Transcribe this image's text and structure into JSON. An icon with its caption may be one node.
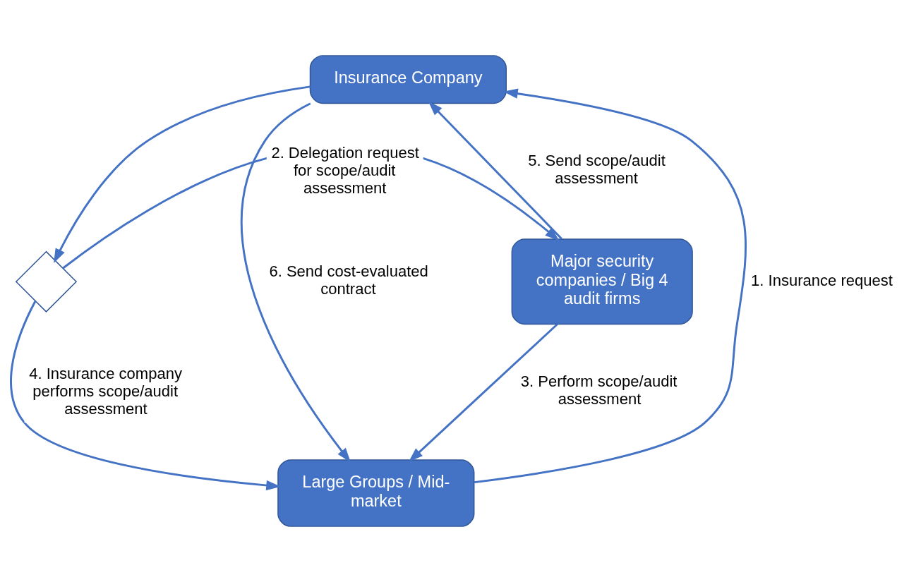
{
  "diagram": {
    "nodes": [
      {
        "text": [
          "Insurance Company"
        ]
      },
      {
        "text": [],
        "shape": "diamond"
      },
      {
        "text": [
          "Major security companies / Big 4 audit firms"
        ]
      },
      {
        "text": [
          "Large Groups / Mid-market"
        ]
      }
    ],
    "edges": [
      {
        "from": 3,
        "to": 0,
        "arrow": "to",
        "label": "1. Insurance request"
      },
      {
        "from": 0,
        "to": 1,
        "arrow": "to"
      },
      {
        "from": 1,
        "to": 2,
        "arrow": "to",
        "label": "2. Delegation request for scope/audit assessment"
      },
      {
        "from": 2,
        "to": 3,
        "arrow": "to",
        "label": "3. Perform scope/audit assessment"
      },
      {
        "from": 1,
        "to": 3,
        "arrow": "to",
        "label": "4. Insurance company performs scope/audit assessment"
      },
      {
        "from": 2,
        "to": 0,
        "arrow": "to",
        "label": "5. Send scope/audit assessment"
      },
      {
        "from": 0,
        "to": 3,
        "arrow": "to",
        "label": "6. Send cost-evaluated contract"
      }
    ]
  }
}
